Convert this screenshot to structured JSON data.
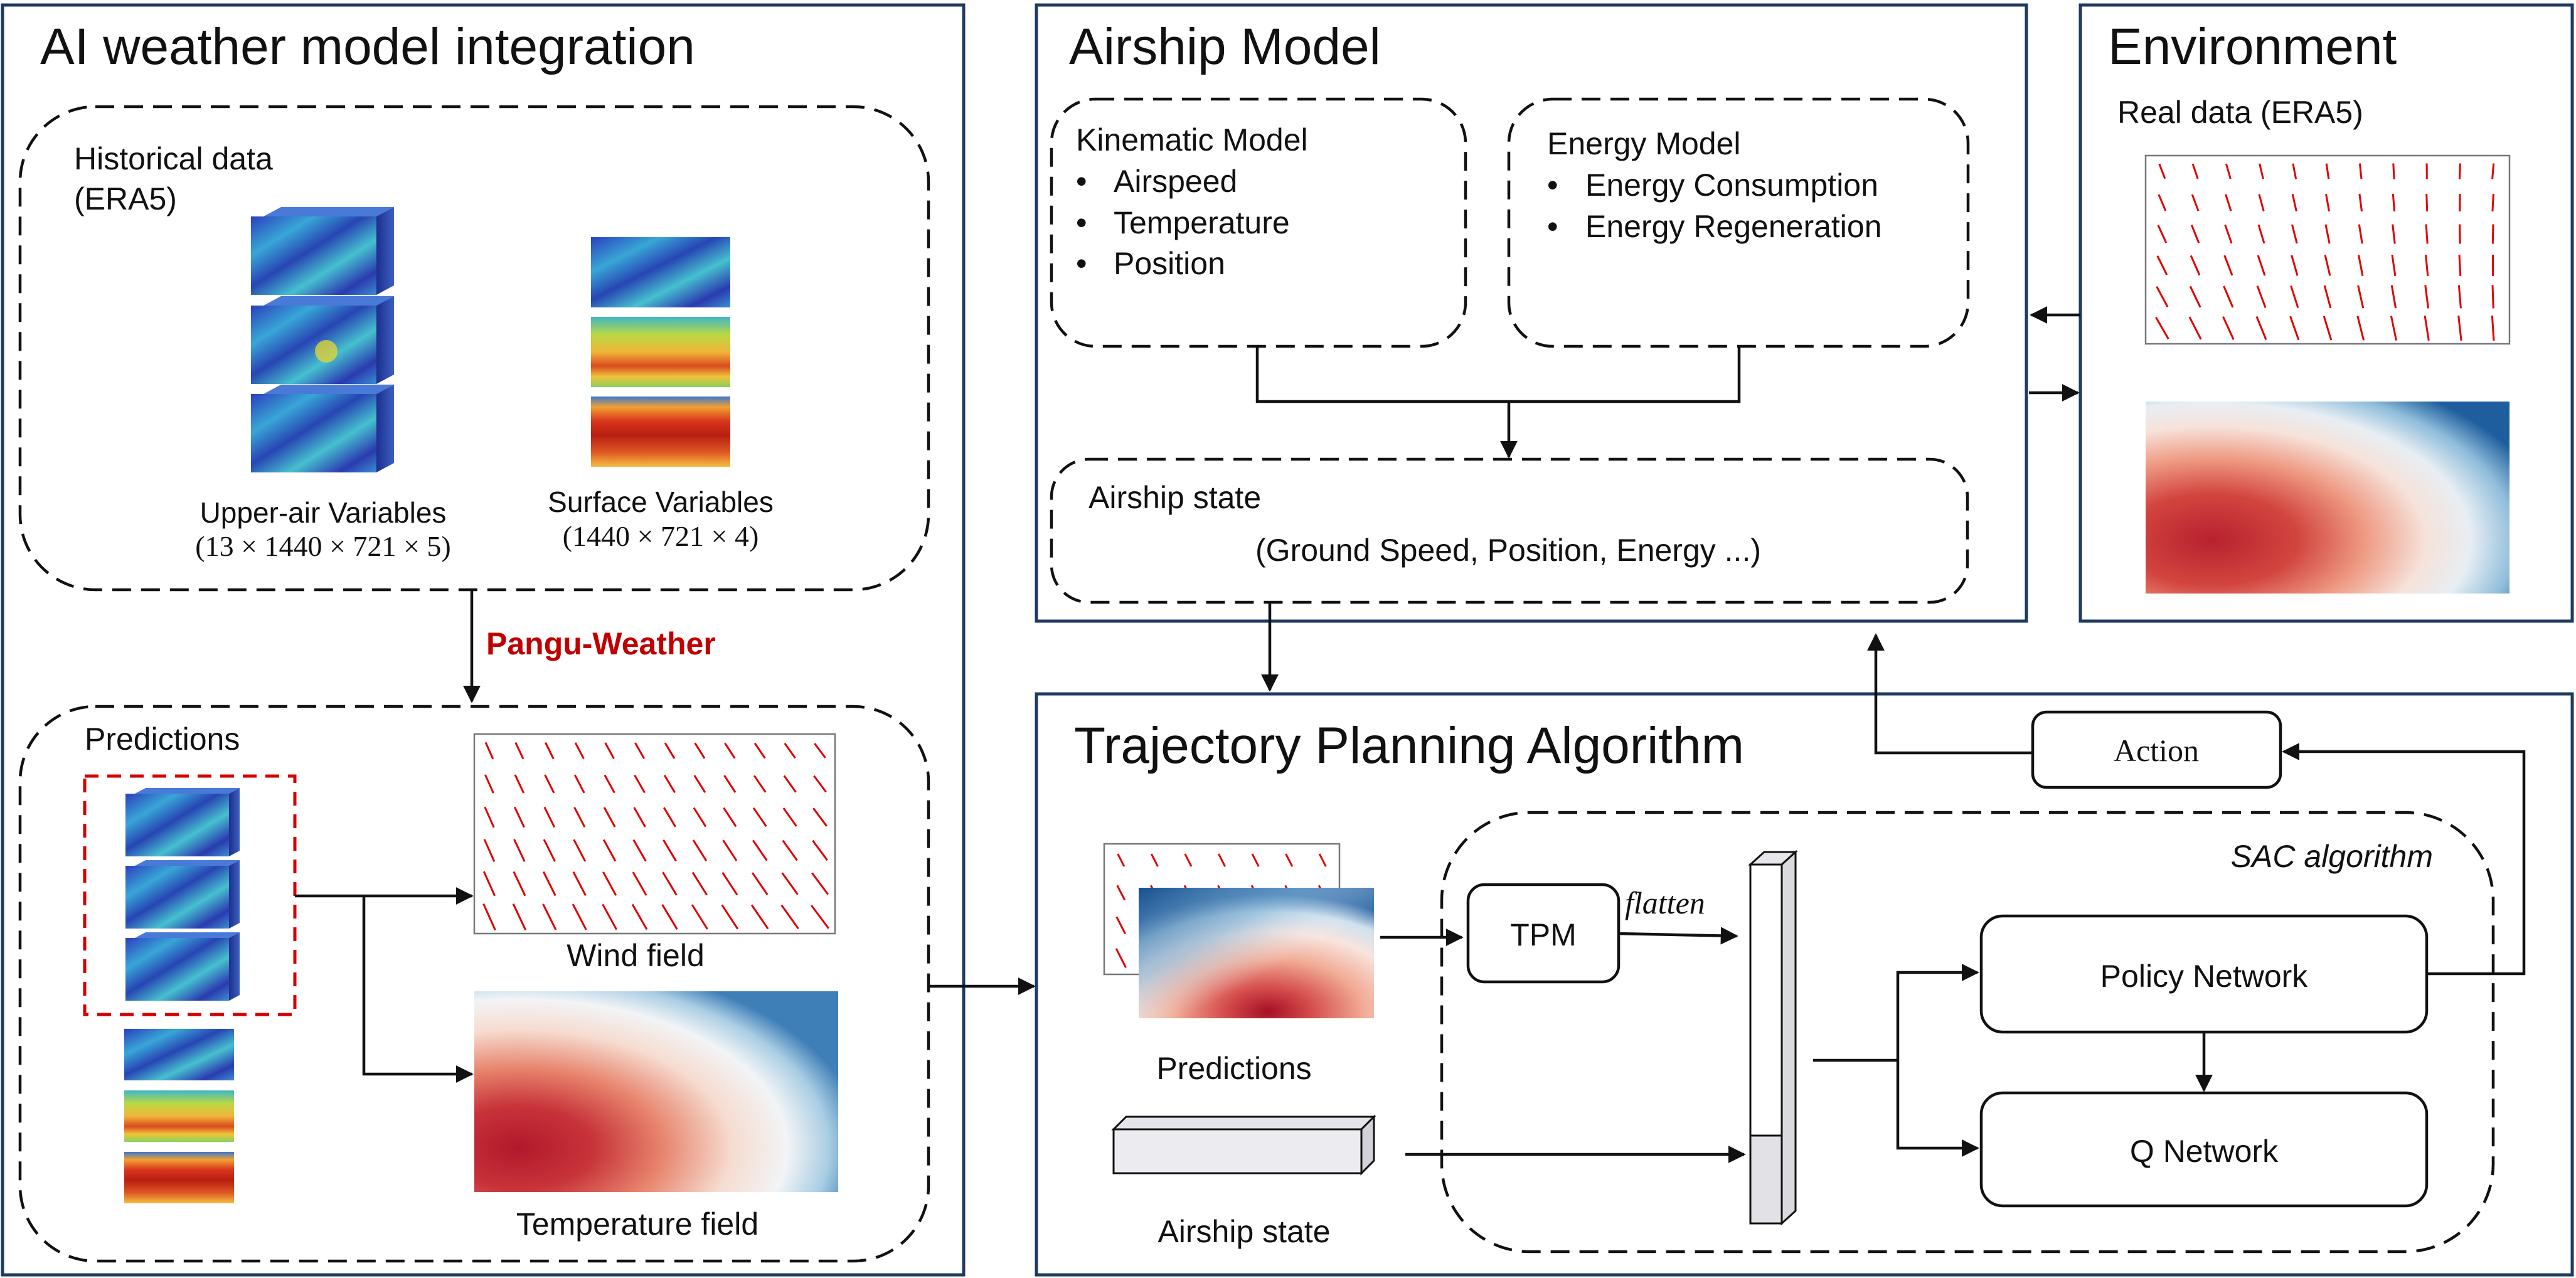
{
  "panels": {
    "ai_title": "AI weather model integration",
    "airship_title": "Airship Model",
    "env_title": "Environment",
    "traj_title": "Trajectory Planning Algorithm"
  },
  "ai": {
    "historical_label_1": "Historical data",
    "historical_label_2": "(ERA5)",
    "upper_air_label": "Upper-air Variables",
    "upper_air_dims": "(13 × 1440 × 721 × 5)",
    "surface_label": "Surface Variables",
    "surface_dims": "(1440 × 721 × 4)",
    "pangu_label": "Pangu-Weather",
    "predictions_label": "Predictions",
    "wind_field_label": "Wind field",
    "temperature_field_label": "Temperature field"
  },
  "airship": {
    "kinematic_title": "Kinematic Model",
    "kinematic_items": [
      "Airspeed",
      "Temperature",
      "Position"
    ],
    "energy_title": "Energy Model",
    "energy_items": [
      "Energy Consumption",
      "Energy Regeneration"
    ],
    "state_title": "Airship state",
    "state_desc": "(Ground Speed, Position, Energy ...)"
  },
  "environment": {
    "real_data_label": "Real data (ERA5)"
  },
  "trajectory": {
    "action_label": "Action",
    "sac_label": "SAC algorithm",
    "tpm_label": "TPM",
    "flatten_label": "flatten",
    "policy_label": "Policy Network",
    "q_label": "Q Network",
    "predictions_label": "Predictions",
    "airship_state_label": "Airship state"
  },
  "colors": {
    "panel_border": "#1f3a5f",
    "pangu_red": "#c00000",
    "wind_arrow_red": "#e00000"
  },
  "icons": {
    "bullet": "•"
  }
}
